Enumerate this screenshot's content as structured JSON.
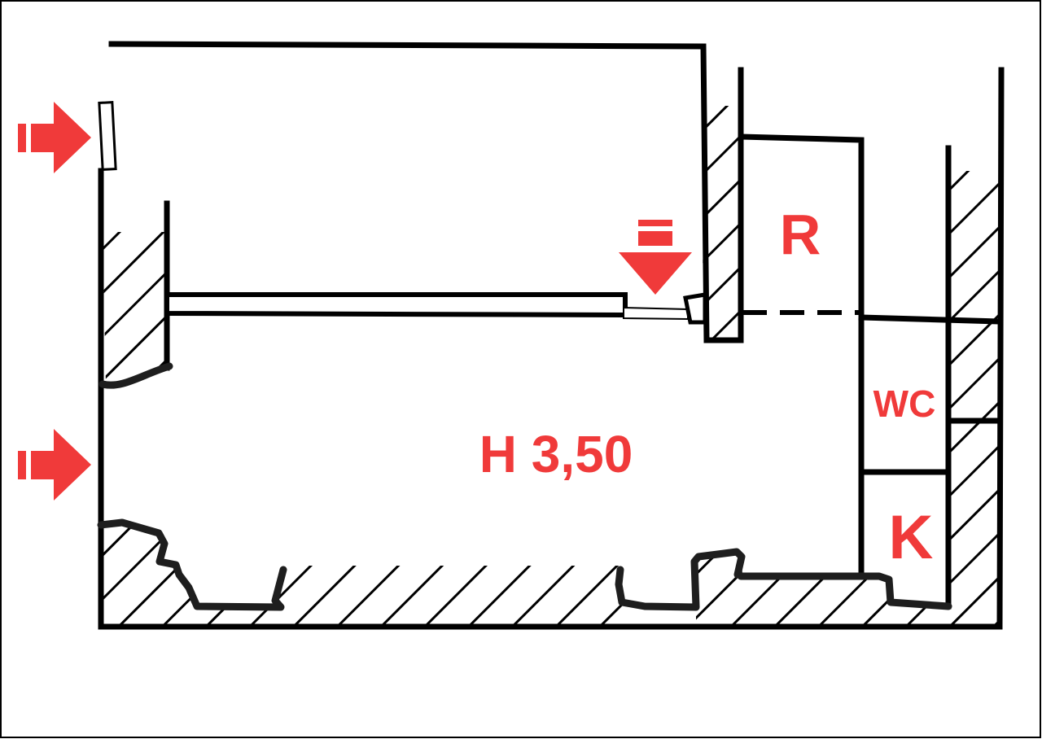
{
  "rooms": {
    "main": "H 3,50",
    "r": "R",
    "wc": "WC",
    "k": "K"
  },
  "colors": {
    "wall": "#000000",
    "label": "#f03a3a",
    "background": "#ffffff"
  },
  "markers": [
    {
      "kind": "arrow-right",
      "icon": "entrance-arrow-icon"
    },
    {
      "kind": "arrow-right",
      "icon": "entrance-arrow-icon"
    },
    {
      "kind": "arrow-down",
      "icon": "window-arrow-icon"
    }
  ]
}
